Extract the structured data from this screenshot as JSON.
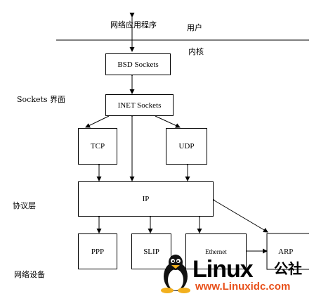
{
  "labels": {
    "app": "网络应用程序",
    "user": "用户",
    "kernel": "内核",
    "sockets_interface": "Sockets 界面",
    "protocol_layer": "协议层",
    "network_devices": "网络设备"
  },
  "boxes": {
    "bsd_sockets": "BSD Sockets",
    "inet_sockets": "INET Sockets",
    "tcp": "TCP",
    "udp": "UDP",
    "ip": "IP",
    "ppp": "PPP",
    "slip": "SLIP",
    "ethernet": "Ethernet",
    "arp": "ARP"
  },
  "watermark": {
    "brand": "Linux",
    "brand_cn": "公社",
    "url": "www.Linuxidc.com",
    "logo": "tux-penguin-icon",
    "url_color": "#e8501a"
  }
}
